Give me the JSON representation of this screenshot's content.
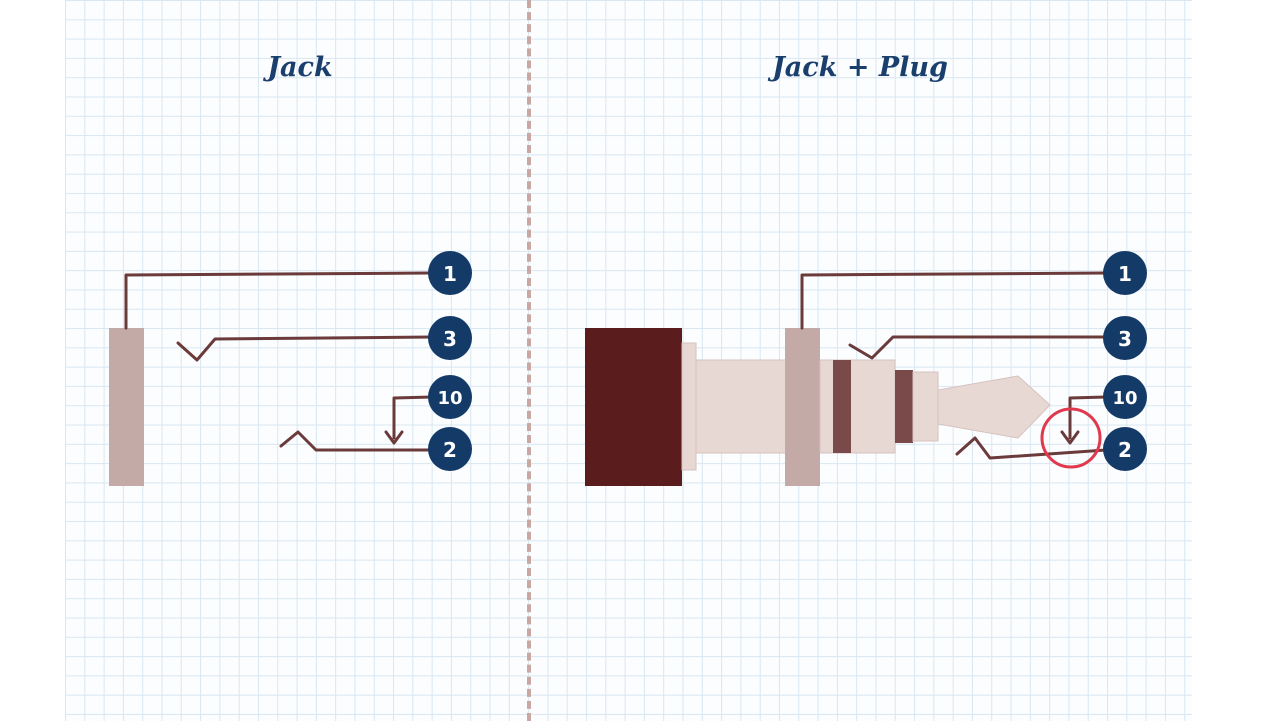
{
  "titles": {
    "left": "Jack",
    "right": "Jack + Plug"
  },
  "pins": {
    "p1": "1",
    "p3": "3",
    "p10": "10",
    "p2": "2"
  },
  "colors": {
    "wire": "#6b3a3a",
    "pin_fill": "#143a68",
    "pin_text": "#ffffff",
    "sleeve": "#c4aaa6",
    "plug_body": "#e8d8d4",
    "plug_cap": "#5a1c1c",
    "plug_band": "#7a4a4a",
    "highlight_circle": "#e0394d",
    "title": "#1b3f6d"
  },
  "icons": {
    "contact_arrow": "arrow-down-icon"
  }
}
